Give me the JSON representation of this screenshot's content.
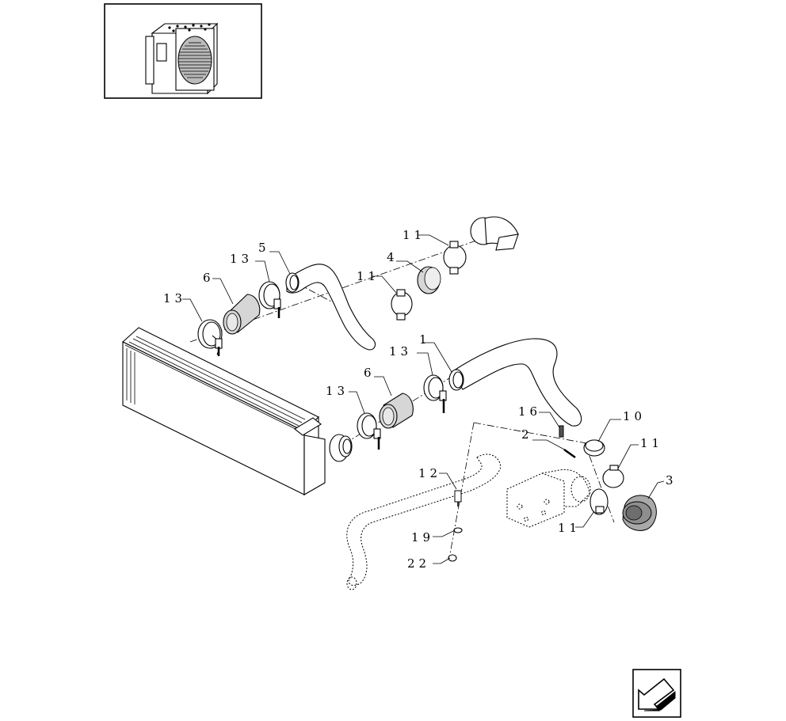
{
  "callouts": [
    {
      "id": "c-1",
      "text": "1"
    },
    {
      "id": "c-2",
      "text": "2"
    },
    {
      "id": "c-3",
      "text": "3"
    },
    {
      "id": "c-4",
      "text": "4"
    },
    {
      "id": "c-5",
      "text": "5"
    },
    {
      "id": "c-6a",
      "text": "6"
    },
    {
      "id": "c-6b",
      "text": "6"
    },
    {
      "id": "c-10",
      "text": "10"
    },
    {
      "id": "c-11a",
      "text": "11"
    },
    {
      "id": "c-11b",
      "text": "11"
    },
    {
      "id": "c-11c",
      "text": "11"
    },
    {
      "id": "c-11d",
      "text": "11"
    },
    {
      "id": "c-12",
      "text": "12"
    },
    {
      "id": "c-13a",
      "text": "13"
    },
    {
      "id": "c-13b",
      "text": "13"
    },
    {
      "id": "c-13c",
      "text": "13"
    },
    {
      "id": "c-13d",
      "text": "13"
    },
    {
      "id": "c-16",
      "text": "16"
    },
    {
      "id": "c-19",
      "text": "19"
    },
    {
      "id": "c-22",
      "text": "22"
    }
  ],
  "icons": {
    "thumbnail": "radiator-assembly-thumbnail",
    "nav": "previous-page-arrow-icon"
  }
}
